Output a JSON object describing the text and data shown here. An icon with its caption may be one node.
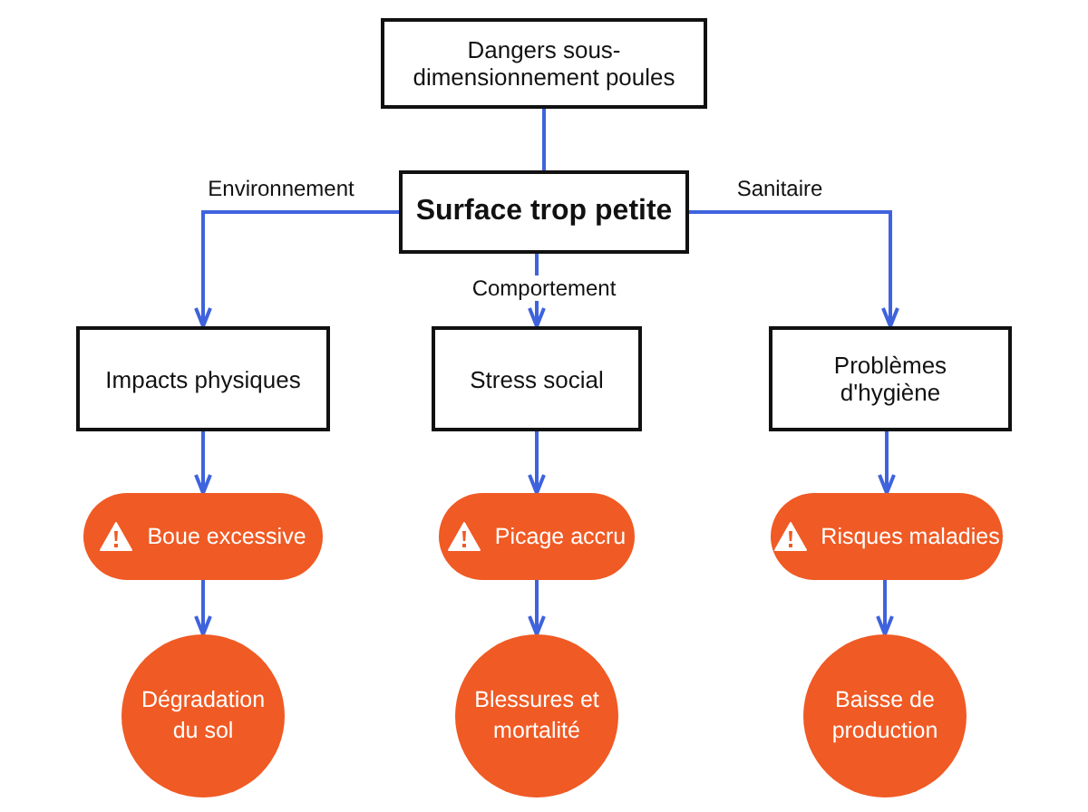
{
  "diagram": {
    "nodes": [
      {
        "text": [
          "Dangers sous-dimensionnement poules"
        ]
      },
      {
        "text": [
          "Surface trop petite"
        ]
      },
      {
        "text": [
          "Impacts physiques"
        ]
      },
      {
        "text": [
          "Stress social"
        ]
      },
      {
        "text": [
          "Problèmes d'hygiène"
        ]
      },
      {
        "text": [
          "Boue excessive"
        ]
      },
      {
        "text": [
          "Picage accru"
        ]
      },
      {
        "text": [
          "Risques maladies"
        ]
      },
      {
        "text": [
          "Dégradation du sol"
        ]
      },
      {
        "text": [
          "Blessures et mortalité"
        ]
      },
      {
        "text": [
          "Baisse de production"
        ]
      }
    ],
    "edges": [
      {
        "from": 0,
        "to": 1,
        "arrow": "none"
      },
      {
        "from": 1,
        "to": 2,
        "arrow": "to",
        "label": "Environnement"
      },
      {
        "from": 1,
        "to": 3,
        "arrow": "to",
        "label": "Comportement"
      },
      {
        "from": 1,
        "to": 4,
        "arrow": "to",
        "label": "Sanitaire"
      },
      {
        "from": 2,
        "to": 5,
        "arrow": "to"
      },
      {
        "from": 3,
        "to": 6,
        "arrow": "to"
      },
      {
        "from": 4,
        "to": 7,
        "arrow": "to"
      },
      {
        "from": 5,
        "to": 8,
        "arrow": "to"
      },
      {
        "from": 6,
        "to": 9,
        "arrow": "to"
      },
      {
        "from": 7,
        "to": 10,
        "arrow": "to"
      }
    ]
  }
}
